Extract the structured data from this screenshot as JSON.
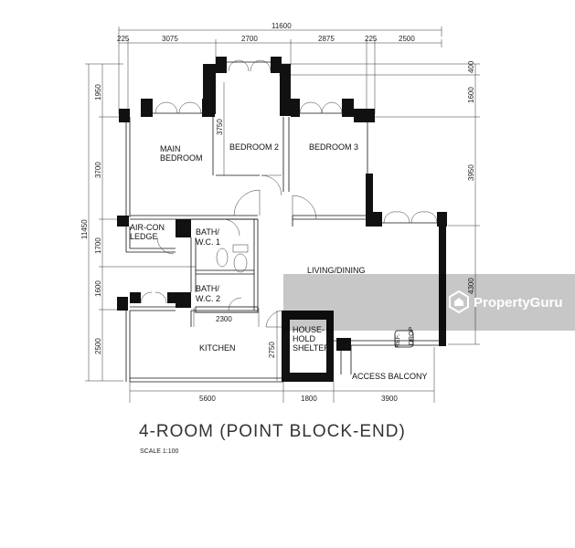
{
  "plan": {
    "title": "4-ROOM (POINT BLOCK-END)",
    "scale": "SCALE 1:100",
    "watermark": "PropertyGuru",
    "rooms": {
      "main_bedroom_1": "MAIN",
      "main_bedroom_2": "BEDROOM",
      "bedroom2": "BEDROOM 2",
      "bedroom3": "BEDROOM 3",
      "aircon_1": "AIR-CON",
      "aircon_2": "LEDGE",
      "bath1_1": "BATH/",
      "bath1_2": "W.C. 1",
      "bath2_1": "BATH/",
      "bath2_2": "W.C. 2",
      "living": "LIVING/DINING",
      "kitchen": "KITCHEN",
      "shelter_1": "HOUSE-",
      "shelter_2": "HOLD",
      "shelter_3": "SHELTER",
      "refuse_1": "REF.",
      "refuse_2": "DROP",
      "access_balcony": "ACCESS BALCONY"
    },
    "dims": {
      "overall_width": "11600",
      "top": [
        "225",
        "3075",
        "2700",
        "2875",
        "225",
        "2500"
      ],
      "bottom": [
        "5600",
        "1800",
        "3900"
      ],
      "left_overall": "11450",
      "left": [
        "1950",
        "3700",
        "1700",
        "1600",
        "2500"
      ],
      "right": [
        "400",
        "1600",
        "3950",
        "4300"
      ],
      "bath_width": "2300",
      "inner_3750": "3750",
      "inner_2750": "2750"
    }
  }
}
